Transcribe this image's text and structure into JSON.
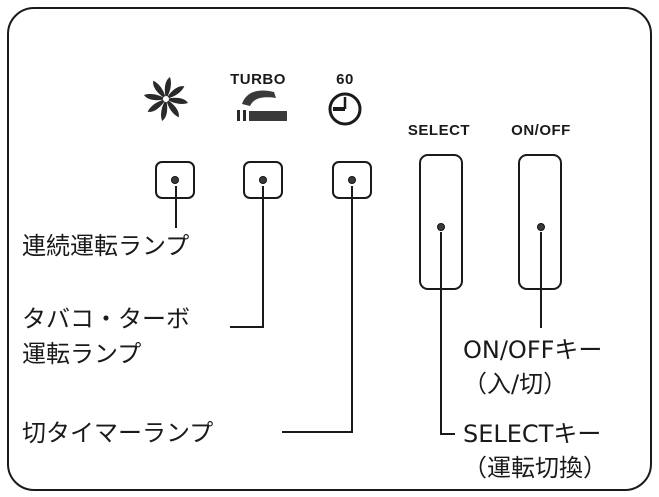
{
  "panel": {
    "top_labels": {
      "turbo": "TURBO",
      "timer": "60",
      "select": "SELECT",
      "onoff": "ON/OFF"
    },
    "icons": [
      "fan-icon",
      "cigarette-icon",
      "timer-clock-icon"
    ],
    "callouts": {
      "continuous_lamp": "連続運転ランプ",
      "tobacco_turbo_lamp_line1": "タバコ・ターボ",
      "tobacco_turbo_lamp_line2": "運転ランプ",
      "off_timer_lamp": "切タイマーランプ",
      "onoff_key_line1": "ON/OFFキー",
      "onoff_key_line2": "（入/切）",
      "select_key_line1": "SELECTキー",
      "select_key_line2": "（運転切換）"
    }
  }
}
